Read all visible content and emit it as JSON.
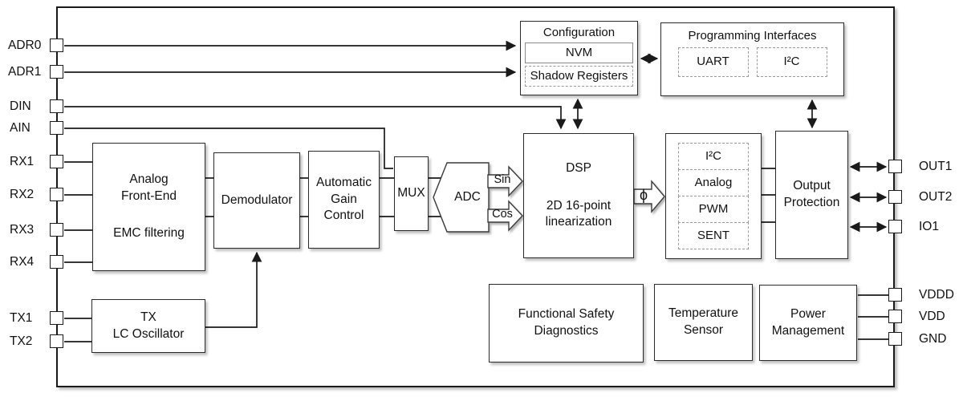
{
  "pins": {
    "left": [
      "ADR0",
      "ADR1",
      "DIN",
      "AIN",
      "RX1",
      "RX2",
      "RX3",
      "RX4",
      "TX1",
      "TX2"
    ],
    "right": [
      "OUT1",
      "OUT2",
      "IO1",
      "VDDD",
      "VDD",
      "GND"
    ]
  },
  "blocks": {
    "afe": {
      "line1": "Analog",
      "line2": "Front-End",
      "line3": "EMC filtering"
    },
    "demodulator": {
      "label": "Demodulator"
    },
    "agc": {
      "line1": "Automatic",
      "line2": "Gain",
      "line3": "Control"
    },
    "mux": {
      "label": "MUX"
    },
    "adc": {
      "label": "ADC"
    },
    "dsp": {
      "line1": "DSP",
      "line2": "2D 16-point",
      "line3": "linearization"
    },
    "configuration": {
      "title": "Configuration",
      "nvm": "NVM",
      "shadow_registers": "Shadow Registers"
    },
    "programming": {
      "title": "Programming Interfaces",
      "uart": "UART",
      "i2c": "I²C"
    },
    "output_modes": {
      "items": [
        "I²C",
        "Analog",
        "PWM",
        "SENT"
      ]
    },
    "output_protection": {
      "line1": "Output",
      "line2": "Protection"
    },
    "safety": {
      "line1": "Functional Safety",
      "line2": "Diagnostics"
    },
    "temperature": {
      "line1": "Temperature",
      "line2": "Sensor"
    },
    "power": {
      "line1": "Power",
      "line2": "Management"
    },
    "tx_oscillator": {
      "line1": "TX",
      "line2": "LC Oscillator"
    }
  },
  "signals": {
    "sin": "Sin",
    "cos": "Cos",
    "phi": "ϕ"
  },
  "colors": {
    "line": "#1a1a1a",
    "block_border": "#2b2b2b",
    "dashed_border": "#9a9a9a",
    "background": "#ffffff"
  }
}
